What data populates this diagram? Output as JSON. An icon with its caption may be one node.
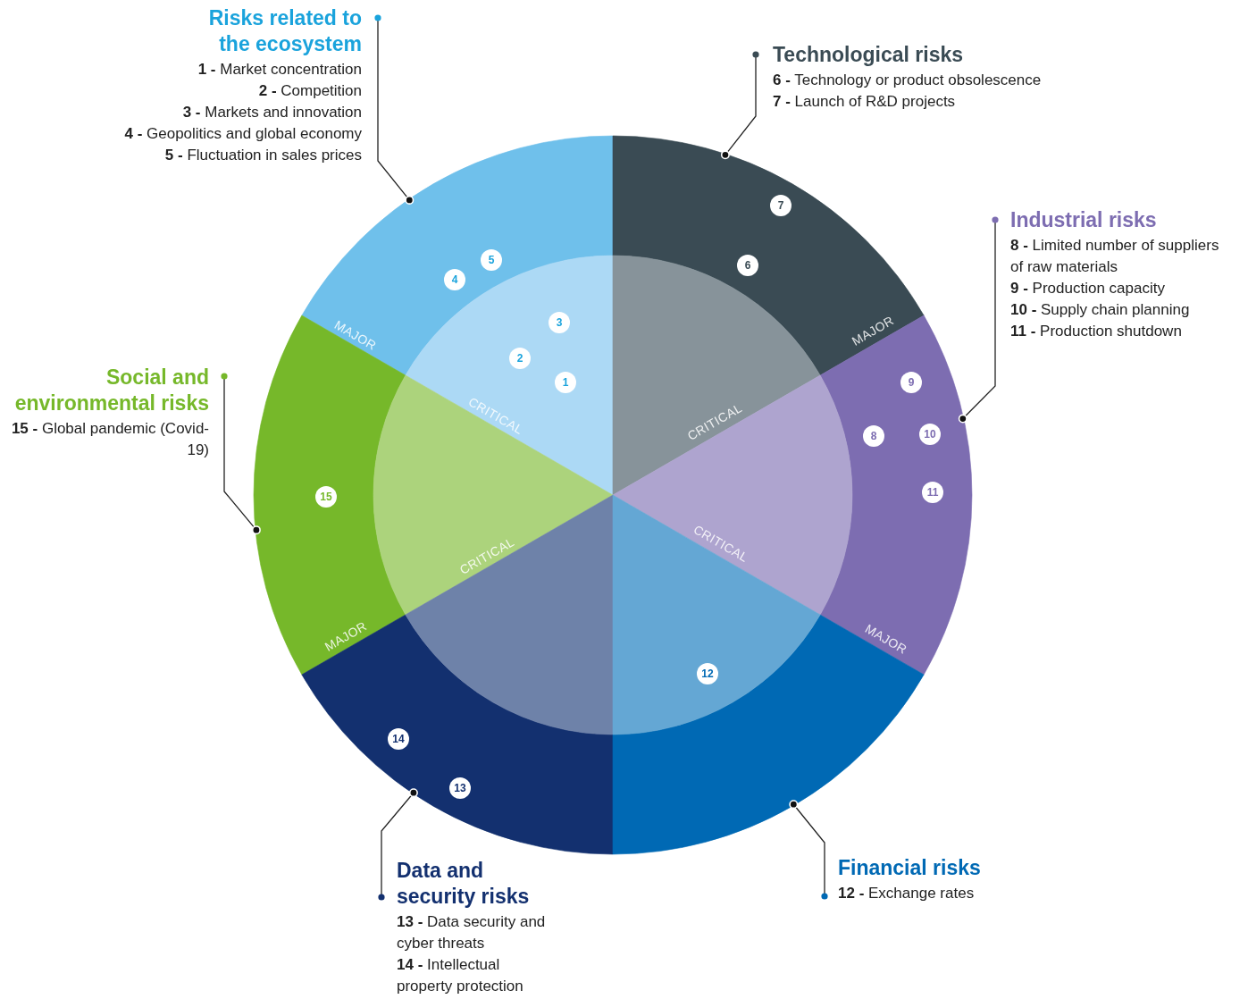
{
  "diagram": {
    "nodes": [
      {
        "text": [
          "Risks related to the ecosystem",
          "**1 -** Market concentration",
          "**2 -** Competition",
          "**3 -** Markets and innovation",
          "**4 -** Geopolitics and global economy",
          "**5 -** Fluctuation in sales prices"
        ]
      },
      {
        "text": [
          "Technological risks",
          "**6 -** Technology or product obsolescence",
          "**7 -** Launch of R&D projects"
        ]
      },
      {
        "text": [
          "Industrial risks",
          "**8 -** Limited number of suppliers of raw materials",
          "**9 -** Production capacity",
          "**10 -** Supply chain planning",
          "**11 -** Production shutdown"
        ]
      },
      {
        "text": [
          "Social and environmental risks",
          "**15 -** Global pandemic (Covid-19)"
        ]
      },
      {
        "text": [
          "Data and security risks",
          "**13 -** Data security and cyber threats",
          "**14 -** Intellectual property protection"
        ]
      },
      {
        "text": [
          "Financial risks",
          "**12 -** Exchange rates"
        ]
      },
      {
        "text": [],
        "shape": "sector"
      },
      {
        "text": [],
        "shape": "sector"
      },
      {
        "text": [],
        "shape": "sector"
      },
      {
        "text": [],
        "shape": "sector"
      },
      {
        "text": [],
        "shape": "sector"
      },
      {
        "text": [],
        "shape": "sector"
      }
    ],
    "edges": [
      {
        "from": 0,
        "to": 6,
        "arrow": "other"
      },
      {
        "from": 1,
        "to": 7,
        "arrow": "other"
      },
      {
        "from": 2,
        "to": 8,
        "arrow": "other"
      },
      {
        "from": 3,
        "to": 9,
        "arrow": "other"
      },
      {
        "from": 4,
        "to": 10,
        "arrow": "other"
      },
      {
        "from": 5,
        "to": 11,
        "arrow": "other"
      }
    ],
    "labels": [
      "7",
      "5",
      "6",
      "4",
      "3",
      "MAJOR",
      "MAJOR",
      "2",
      "1",
      "9",
      "CRITICAL",
      "CRITICAL",
      "8",
      "10",
      "11",
      "15",
      "CRITICAL",
      "CRITICAL",
      "MAJOR",
      "MAJOR",
      "12",
      "14",
      "13"
    ]
  }
}
